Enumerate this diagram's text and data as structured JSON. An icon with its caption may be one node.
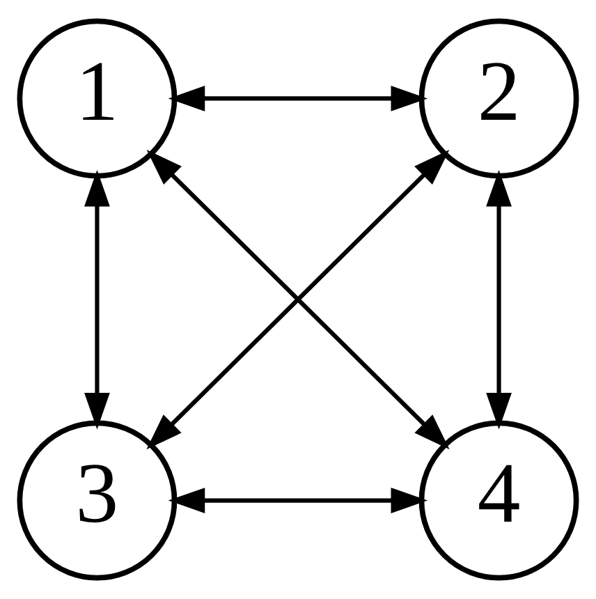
{
  "diagram": {
    "nodes": [
      {
        "text": [
          "1"
        ]
      },
      {
        "text": [
          "2"
        ]
      },
      {
        "text": [
          "3"
        ]
      },
      {
        "text": [
          "4"
        ]
      }
    ],
    "edges": [
      {
        "from": 0,
        "to": 1,
        "arrow": "both"
      },
      {
        "from": 0,
        "to": 2,
        "arrow": "both"
      },
      {
        "from": 1,
        "to": 2,
        "arrow": "both"
      },
      {
        "from": 0,
        "to": 3,
        "arrow": "both"
      },
      {
        "from": 1,
        "to": 3,
        "arrow": "both"
      },
      {
        "from": 2,
        "to": 3,
        "arrow": "both"
      }
    ]
  }
}
